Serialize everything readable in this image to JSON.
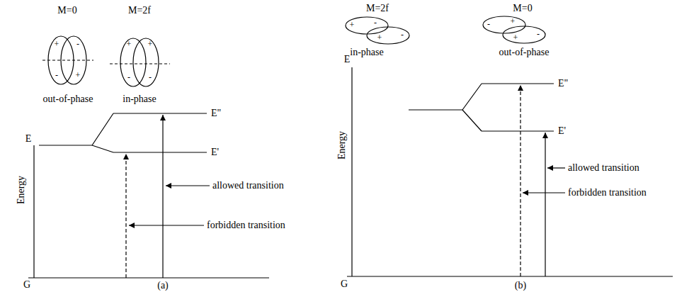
{
  "diagram": {
    "labels": [
      "M=0",
      "M=2f",
      "+",
      "-",
      "-",
      "+",
      "+",
      "+",
      "-",
      "-",
      "out-of-phase",
      "in-phase",
      "E",
      "Energy",
      "E\"",
      "E'",
      "allowed transition",
      "forbidden transition",
      "G",
      "(a)",
      "M=2f",
      "M=0",
      "+",
      "-",
      "+",
      "-",
      "-",
      "+",
      "+",
      "-",
      "in-phase",
      "out-of-phase",
      "E",
      "Energy",
      "E\"",
      "E'",
      "allowed transition",
      "forbidden transition",
      "G",
      "(b)"
    ]
  }
}
